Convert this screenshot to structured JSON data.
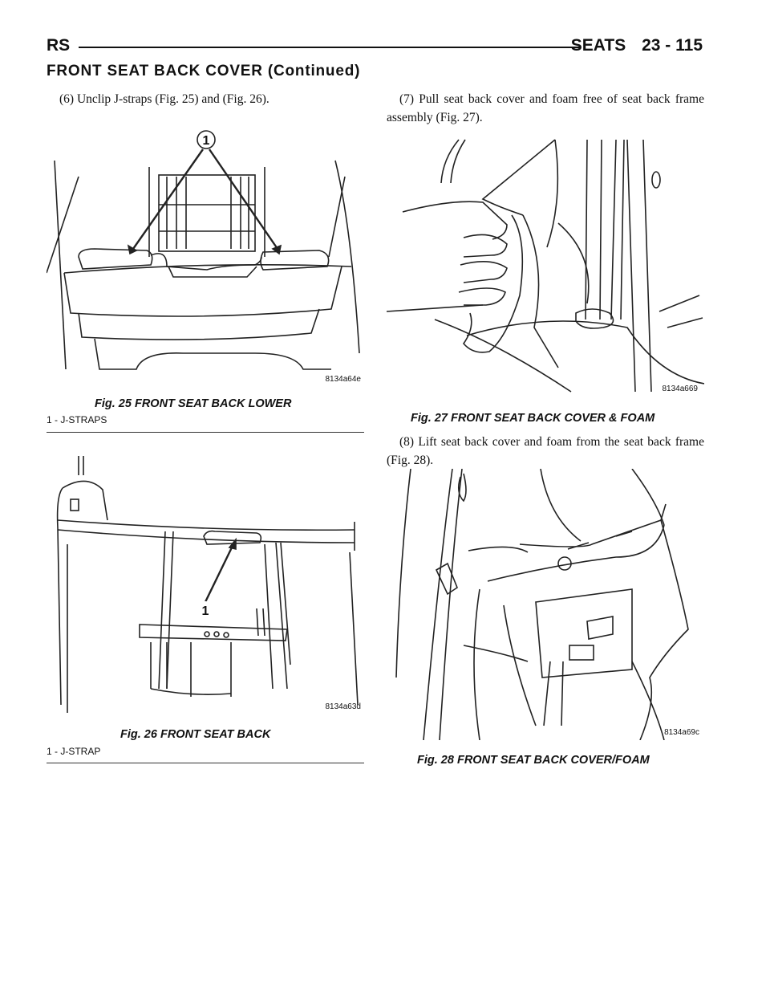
{
  "header": {
    "left": "RS",
    "section": "SEATS",
    "page": "23 - 115"
  },
  "section_title": "FRONT SEAT BACK COVER (Continued)",
  "steps": {
    "step6": "(6) Unclip J-straps (Fig. 25) and (Fig. 26).",
    "step7": "(7) Pull seat back cover and foam free of seat back frame assembly (Fig. 27).",
    "step8": "(8) Lift seat back cover and foam from the seat back frame (Fig. 28)."
  },
  "figures": {
    "fig25": {
      "caption": "Fig. 25 FRONT SEAT BACK LOWER",
      "legend": "1 - J-STRAPS",
      "code": "8134a64e",
      "callout": "1"
    },
    "fig26": {
      "caption": "Fig. 26 FRONT SEAT BACK",
      "legend": "1 - J-STRAP",
      "code": "8134a63d",
      "callout": "1"
    },
    "fig27": {
      "caption": "Fig. 27 FRONT SEAT BACK COVER & FOAM",
      "code": "8134a669"
    },
    "fig28": {
      "caption": "Fig. 28 FRONT SEAT BACK COVER/FOAM",
      "code": "8134a69c"
    }
  }
}
